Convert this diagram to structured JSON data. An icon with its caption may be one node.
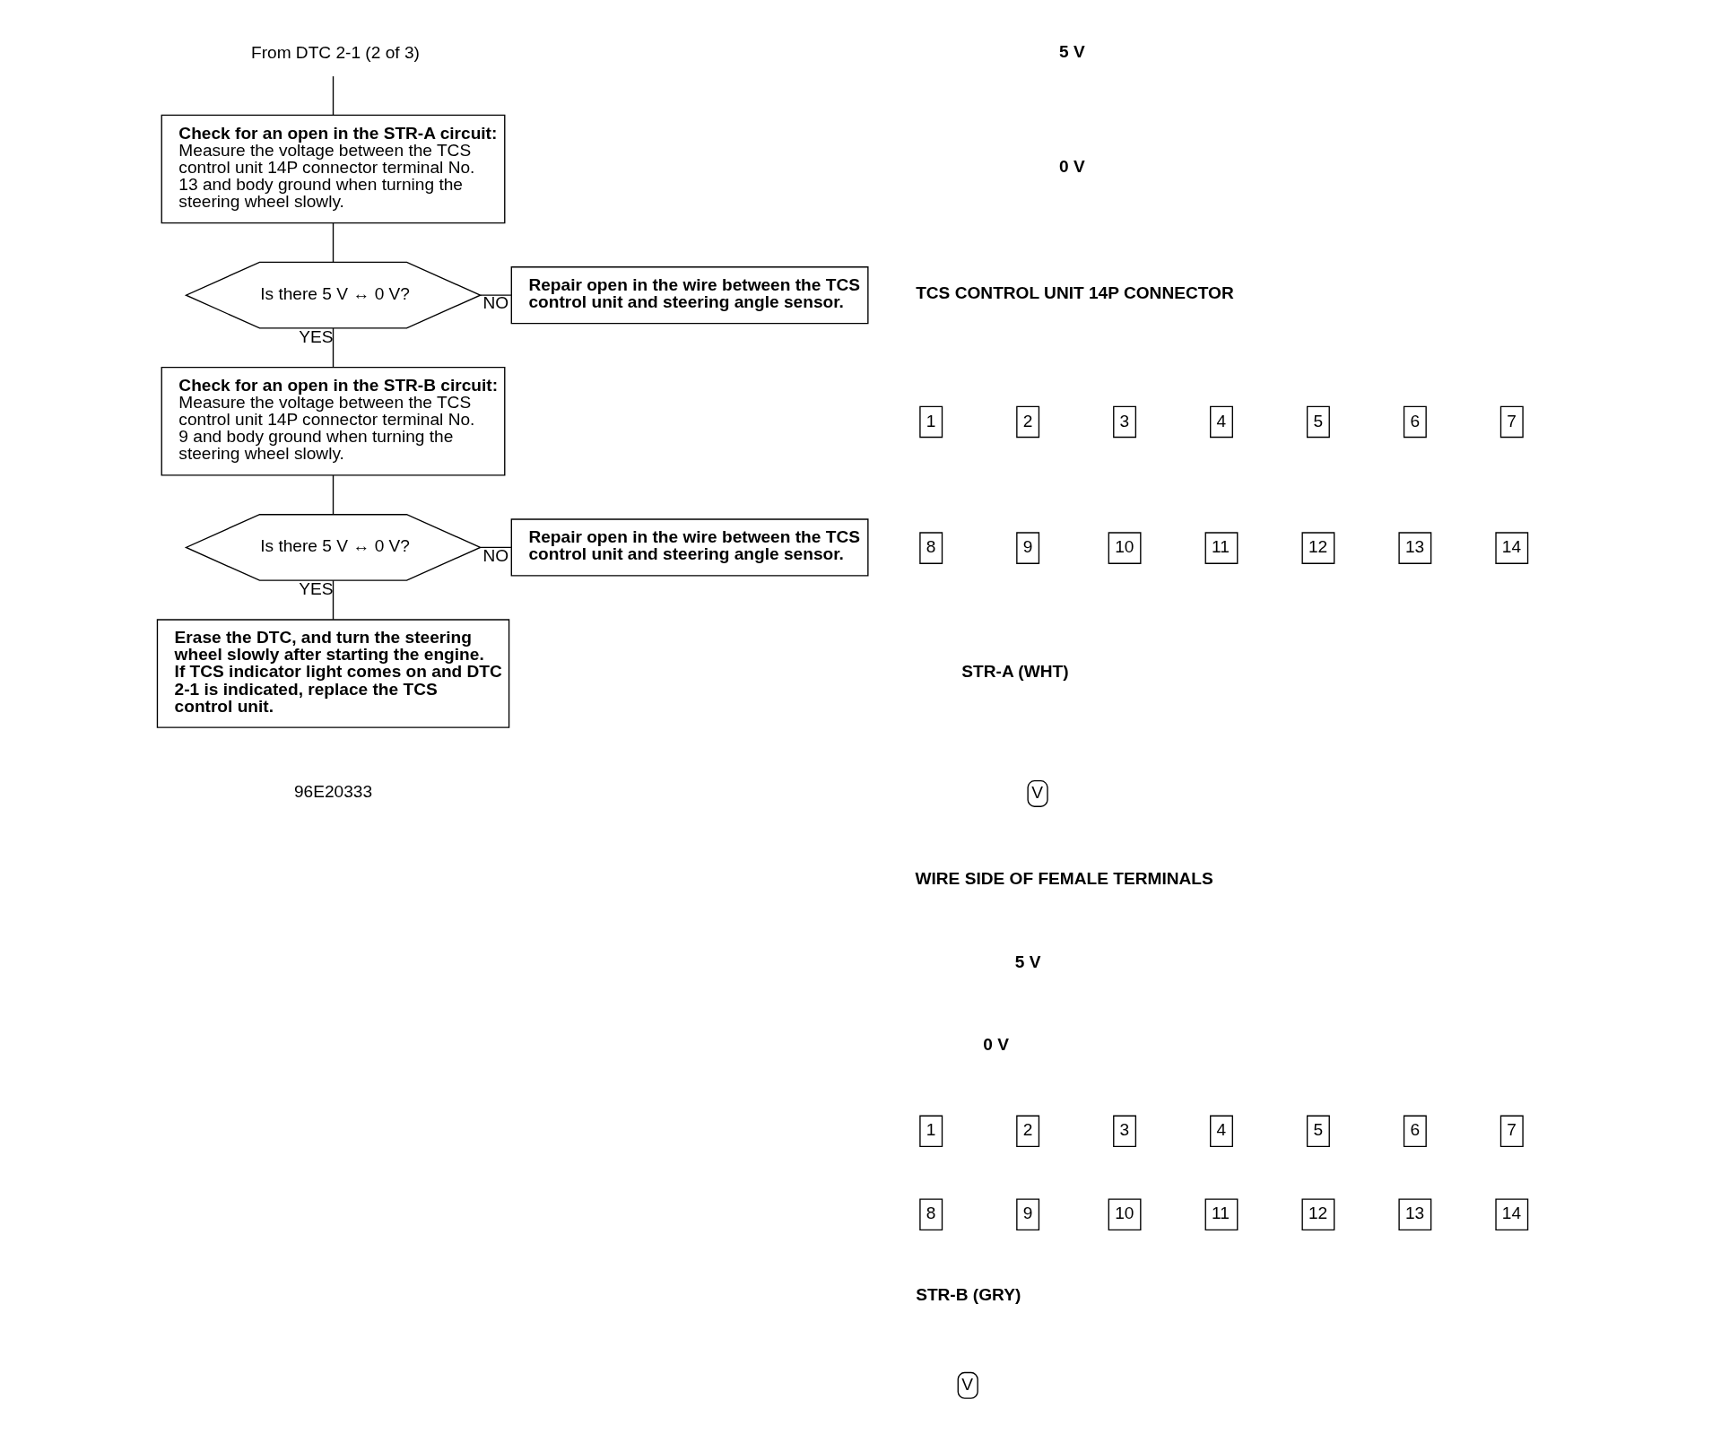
{
  "diagram": {
    "nodes": [
      {
        "text": [
          "From DTC 2-1 (2 of 3)"
        ]
      },
      {
        "text": [
          "Check for an open in the STR-A circuit:",
          "Measure the voltage between the TCS control unit 14P connector terminal No. 13 and body ground when turning the steering wheel slowly."
        ]
      },
      {
        "text": [
          "Is there 5 V ↔ 0 V?"
        ]
      },
      {
        "text": [
          "Repair open in the wire between the TCS control unit and steering angle sensor."
        ]
      },
      {
        "text": [
          "Check for an open in the STR-B circuit:",
          "Measure the voltage between the TCS control unit 14P connector terminal No. 9 and body ground when turning the steering wheel slowly."
        ]
      },
      {
        "text": [
          "Is there 5 V ↔ 0 V?"
        ]
      },
      {
        "text": [
          "Repair open in the wire between the TCS control unit and steering angle sensor."
        ]
      },
      {
        "text": [
          "Erase the DTC, and turn the steering wheel slowly after starting the engine. If TCS indicator light comes on and DTC 2-1 is indicated, replace the TCS control unit."
        ]
      }
    ],
    "edges": [
      {
        "from": 0,
        "to": 1,
        "arrow": "none"
      },
      {
        "from": 1,
        "to": 2,
        "arrow": "none"
      },
      {
        "from": 2,
        "to": 3,
        "arrow": "none",
        "label": "NO"
      },
      {
        "from": 2,
        "to": 4,
        "arrow": "none",
        "label": "YES"
      },
      {
        "from": 4,
        "to": 5,
        "arrow": "none"
      },
      {
        "from": 5,
        "to": 6,
        "arrow": "none",
        "label": "NO"
      },
      {
        "from": 5,
        "to": 7,
        "arrow": "none",
        "label": "YES"
      }
    ],
    "labels": [
      "5 V",
      "0 V",
      "TCS CONTROL UNIT 14P CONNECTOR",
      "1",
      "2",
      "3",
      "4",
      "5",
      "6",
      "7",
      "8",
      "9",
      "10",
      "11",
      "12",
      "13",
      "14",
      "STR-A (WHT)",
      "V",
      "WIRE SIDE OF FEMALE TERMINALS",
      "5 V",
      "0 V",
      "1",
      "2",
      "3",
      "4",
      "5",
      "6",
      "7",
      "8",
      "9",
      "10",
      "11",
      "12",
      "13",
      "14",
      "STR-B (GRY)",
      "V",
      "96E20333"
    ]
  }
}
